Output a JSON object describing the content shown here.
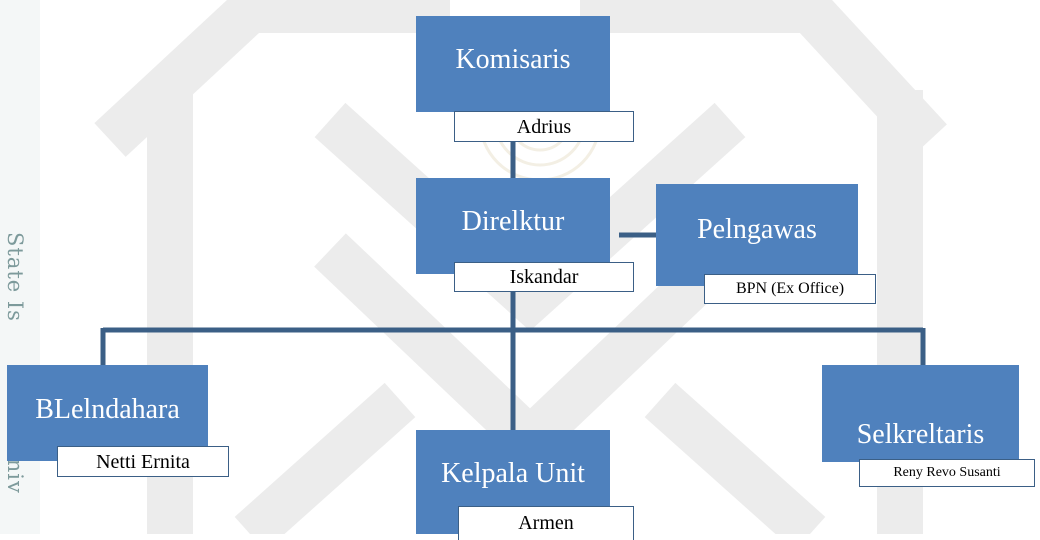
{
  "side_text": "State Is",
  "side_text_lower": "Univ",
  "colors": {
    "box": "#4f81bd",
    "line": "#3b5f86",
    "label_border": "#3b5f86",
    "watermark": "#e8e8e8"
  },
  "nodes": {
    "komisaris": {
      "title": "Komisaris",
      "name": "Adrius"
    },
    "direktur": {
      "title": "Direlktur",
      "name": "Iskandar"
    },
    "pengawas": {
      "title": "Pelngawas",
      "name": "BPN (Ex Office)"
    },
    "bendahara": {
      "title": "BLelndahara",
      "name": "Netti Ernita"
    },
    "kepala": {
      "title": "Kelpala Unit",
      "name": "Armen"
    },
    "sekretaris": {
      "title": "Selkreltaris",
      "name": "Reny Revo Susanti"
    }
  }
}
